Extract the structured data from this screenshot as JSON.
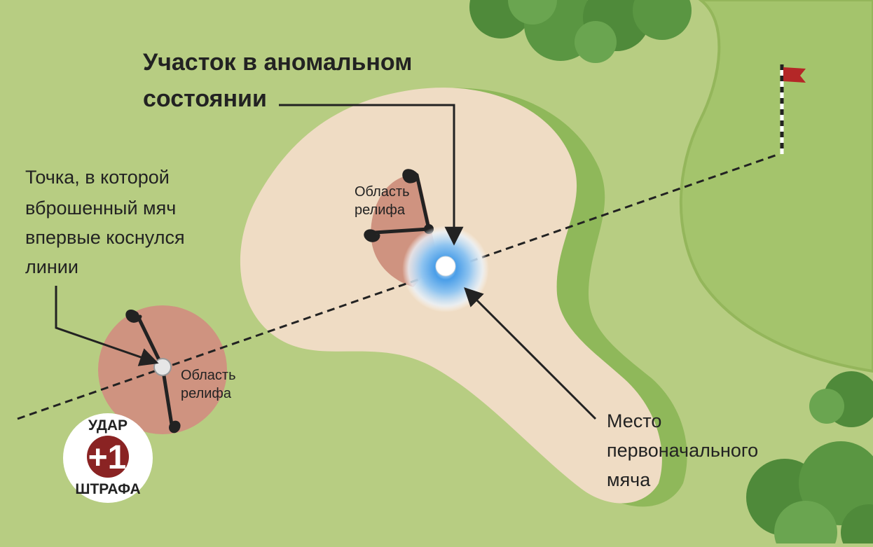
{
  "title_line1": "Участок в аномальном",
  "title_line2": "состоянии",
  "drop_point": {
    "line1": "Точка, в которой",
    "line2": "вброшенный мяч",
    "line3": "впервые коснулся",
    "line4": "линии"
  },
  "relief_label_line1": "Область",
  "relief_label_line2": "релифа",
  "original_ball": {
    "line1": "Место",
    "line2": "первоначального",
    "line3": "мяча"
  },
  "penalty_badge": {
    "top": "УДАР",
    "number": "+1",
    "bottom": "ШТРАФА"
  },
  "colors": {
    "fairway": "#b7cd82",
    "green": "#a4c46c",
    "bunker": "#efdcc4",
    "relief_area": "#cf9380",
    "badge_red": "#8a2323",
    "flag": "#b42727"
  }
}
